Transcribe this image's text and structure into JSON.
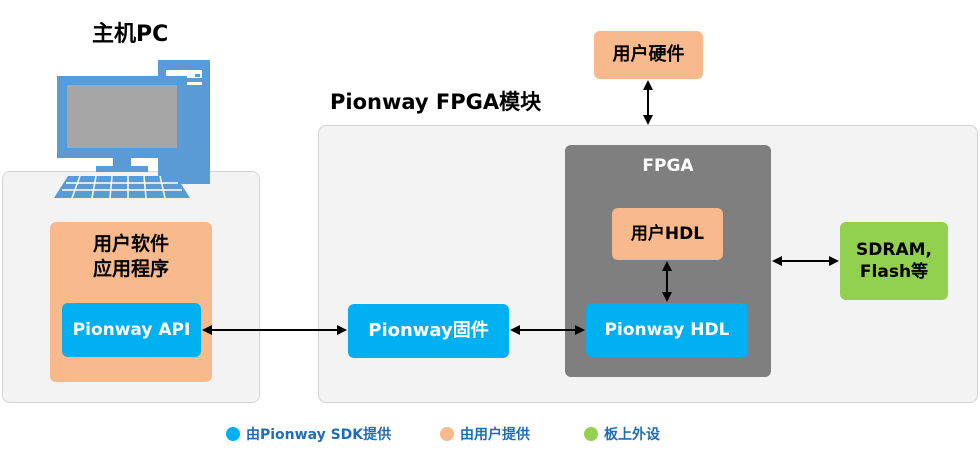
{
  "host": {
    "title": "主机PC",
    "app_box": "用户软件\n应用程序",
    "api_box": "Pionway API"
  },
  "module": {
    "title": "Pionway FPGA模块",
    "firmware_box": "Pionway固件",
    "fpga_label": "FPGA",
    "user_hdl_box": "用户HDL",
    "pionway_hdl_box": "Pionway HDL",
    "memory_box": "SDRAM,\nFlash等"
  },
  "user_hardware": "用户硬件",
  "legend": [
    {
      "label": "由Pionway SDK提供",
      "color": "#00b0f0"
    },
    {
      "label": "由用户提供",
      "color": "#f8b98d"
    },
    {
      "label": "板上外设",
      "color": "#92d050"
    }
  ],
  "colors": {
    "sdk_blue": "#00b0f0",
    "user_peach": "#f8b98d",
    "peripheral_green": "#92d050",
    "fpga_gray": "#7f7f7f",
    "legend_text": "#1f6db5"
  }
}
